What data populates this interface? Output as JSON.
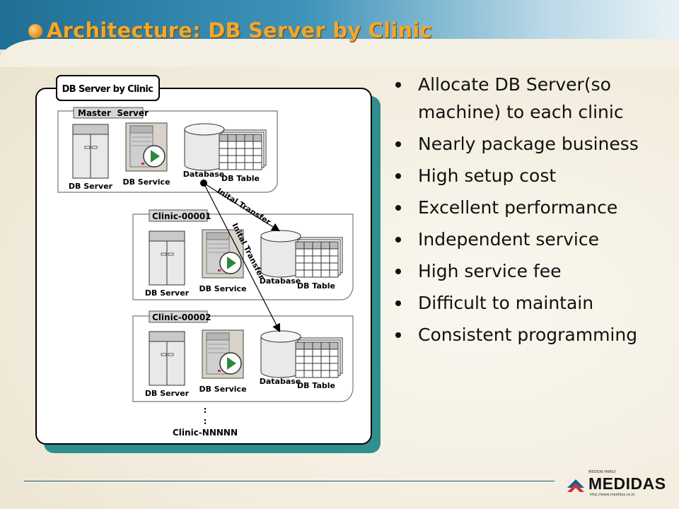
{
  "slide": {
    "title": "Architecture: DB Server by Clinic"
  },
  "diagram": {
    "panel_title": "DB Server by Clinic",
    "master": {
      "label": "Master  Server",
      "db_server": "DB Server",
      "db_service": "DB Service",
      "database": "Database",
      "db_table": "DB Table"
    },
    "clinics": [
      {
        "label": "Clinic-00001",
        "db_server": "DB Server",
        "db_service": "DB Service",
        "database": "Database",
        "db_table": "DB Table"
      },
      {
        "label": "Clinic-00002",
        "db_server": "DB Server",
        "db_service": "DB Service",
        "database": "Database",
        "db_table": "DB Table"
      }
    ],
    "transfer_label_1": "Inital Transfer",
    "transfer_label_2": "Inital Transfer",
    "ellipsis": ":",
    "more_clinics": "Clinic-NNNNN"
  },
  "bullets": [
    "Allocate DB Server(so machine) to each clinic",
    "Nearly package business",
    "High setup cost",
    "Excellent performance",
    "Independent service",
    "High service fee",
    "Difficult to maintain",
    "Consistent programming"
  ],
  "logo": {
    "brand": "MEDIDAS",
    "tagline": "MEDION FAMILY",
    "url": "http://www.medidas.co.kr"
  }
}
